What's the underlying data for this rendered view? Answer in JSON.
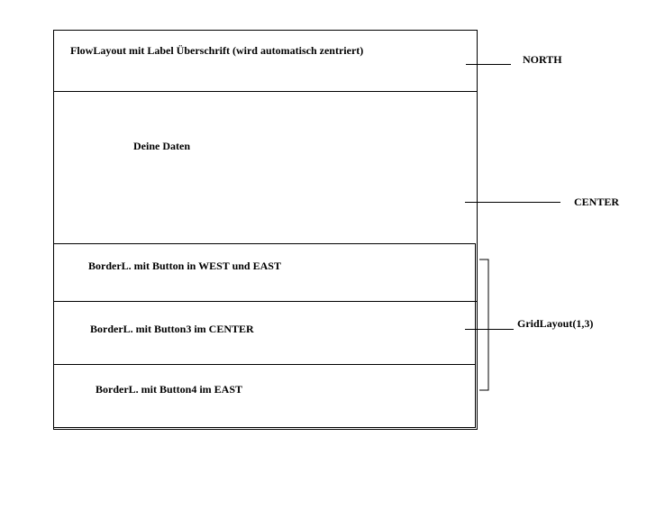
{
  "regions": {
    "north": "FlowLayout mit Label Überschrift (wird automatisch zentriert)",
    "center": "Deine Daten",
    "south": [
      "BorderL. mit Button in WEST und EAST",
      "BorderL. mit Button3 im CENTER",
      "BorderL. mit Button4 im EAST"
    ]
  },
  "annotations": {
    "north": "NORTH",
    "center": "CENTER",
    "grid": "GridLayout(1,3)"
  }
}
